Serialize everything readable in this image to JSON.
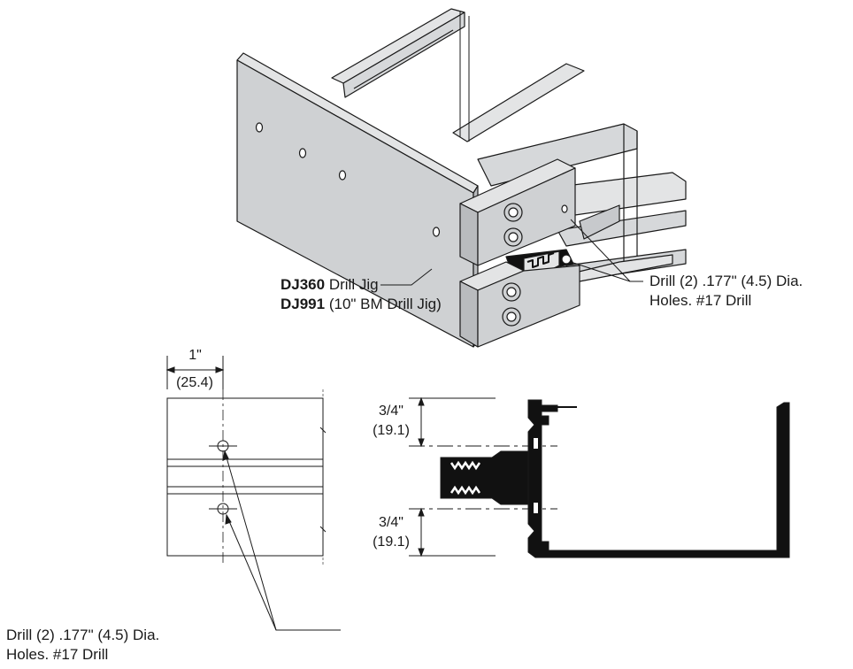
{
  "callouts": {
    "drill_jig": {
      "model1": "DJ360",
      "name1": " Drill Jig",
      "model2": "DJ991",
      "name2": " (10\" BM Drill Jig)"
    },
    "drill_holes_top": {
      "line1": "Drill (2) .177\" (4.5) Dia.",
      "line2": "Holes. #17 Drill"
    },
    "drill_holes_bottom": {
      "line1": "Drill (2) .177\" (4.5) Dia.",
      "line2": "Holes. #17 Drill"
    }
  },
  "dimensions": {
    "offset": {
      "imperial": "1\"",
      "metric": "(25.4)"
    },
    "spacing_top": {
      "imperial": "3/4\"",
      "metric": "(19.1)"
    },
    "spacing_bottom": {
      "imperial": "3/4\"",
      "metric": "(19.1)"
    }
  },
  "colors": {
    "jig_face": "#cfd1d3",
    "jig_side": "#b9bbbe",
    "jig_top": "#e3e4e5",
    "rail": "#d6d8da",
    "line": "#1a1a1a",
    "profile_fill": "#111111"
  }
}
